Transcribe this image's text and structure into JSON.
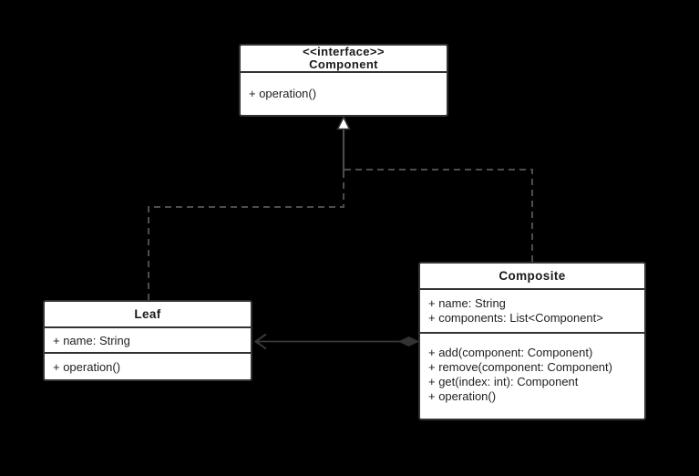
{
  "colors": {
    "background": "#000000",
    "box_fill": "#ffffff",
    "box_border": "#333333",
    "text": "#1f1f1f",
    "dashed_line": "#4d4d4d",
    "solid_line": "#383838",
    "diamond_fill": "#333333",
    "triangle_fill": "#ffffff"
  },
  "component": {
    "stereotype": "<<interface>>",
    "name": "Component",
    "methods": [
      "+ operation()"
    ]
  },
  "leaf": {
    "name": "Leaf",
    "attributes": [
      "+ name: String"
    ],
    "methods": [
      "+ operation()"
    ]
  },
  "composite": {
    "name": "Composite",
    "attributes": [
      "+ name: String",
      "+ components: List<Component>"
    ],
    "methods": [
      "+ add(component: Component)",
      "+ remove(component: Component)",
      "+ get(index: int): Component",
      "+ operation()"
    ]
  },
  "relationships": [
    {
      "type": "realization",
      "from": "Leaf",
      "to": "Component",
      "line_style": "dashed",
      "arrowhead": "hollow-triangle"
    },
    {
      "type": "realization",
      "from": "Composite",
      "to": "Component",
      "line_style": "dashed",
      "arrowhead": "hollow-triangle"
    },
    {
      "type": "aggregation",
      "from": "Composite",
      "to": "Leaf",
      "line_style": "solid",
      "diamond_end": "Composite",
      "arrow_end": "Leaf"
    }
  ]
}
